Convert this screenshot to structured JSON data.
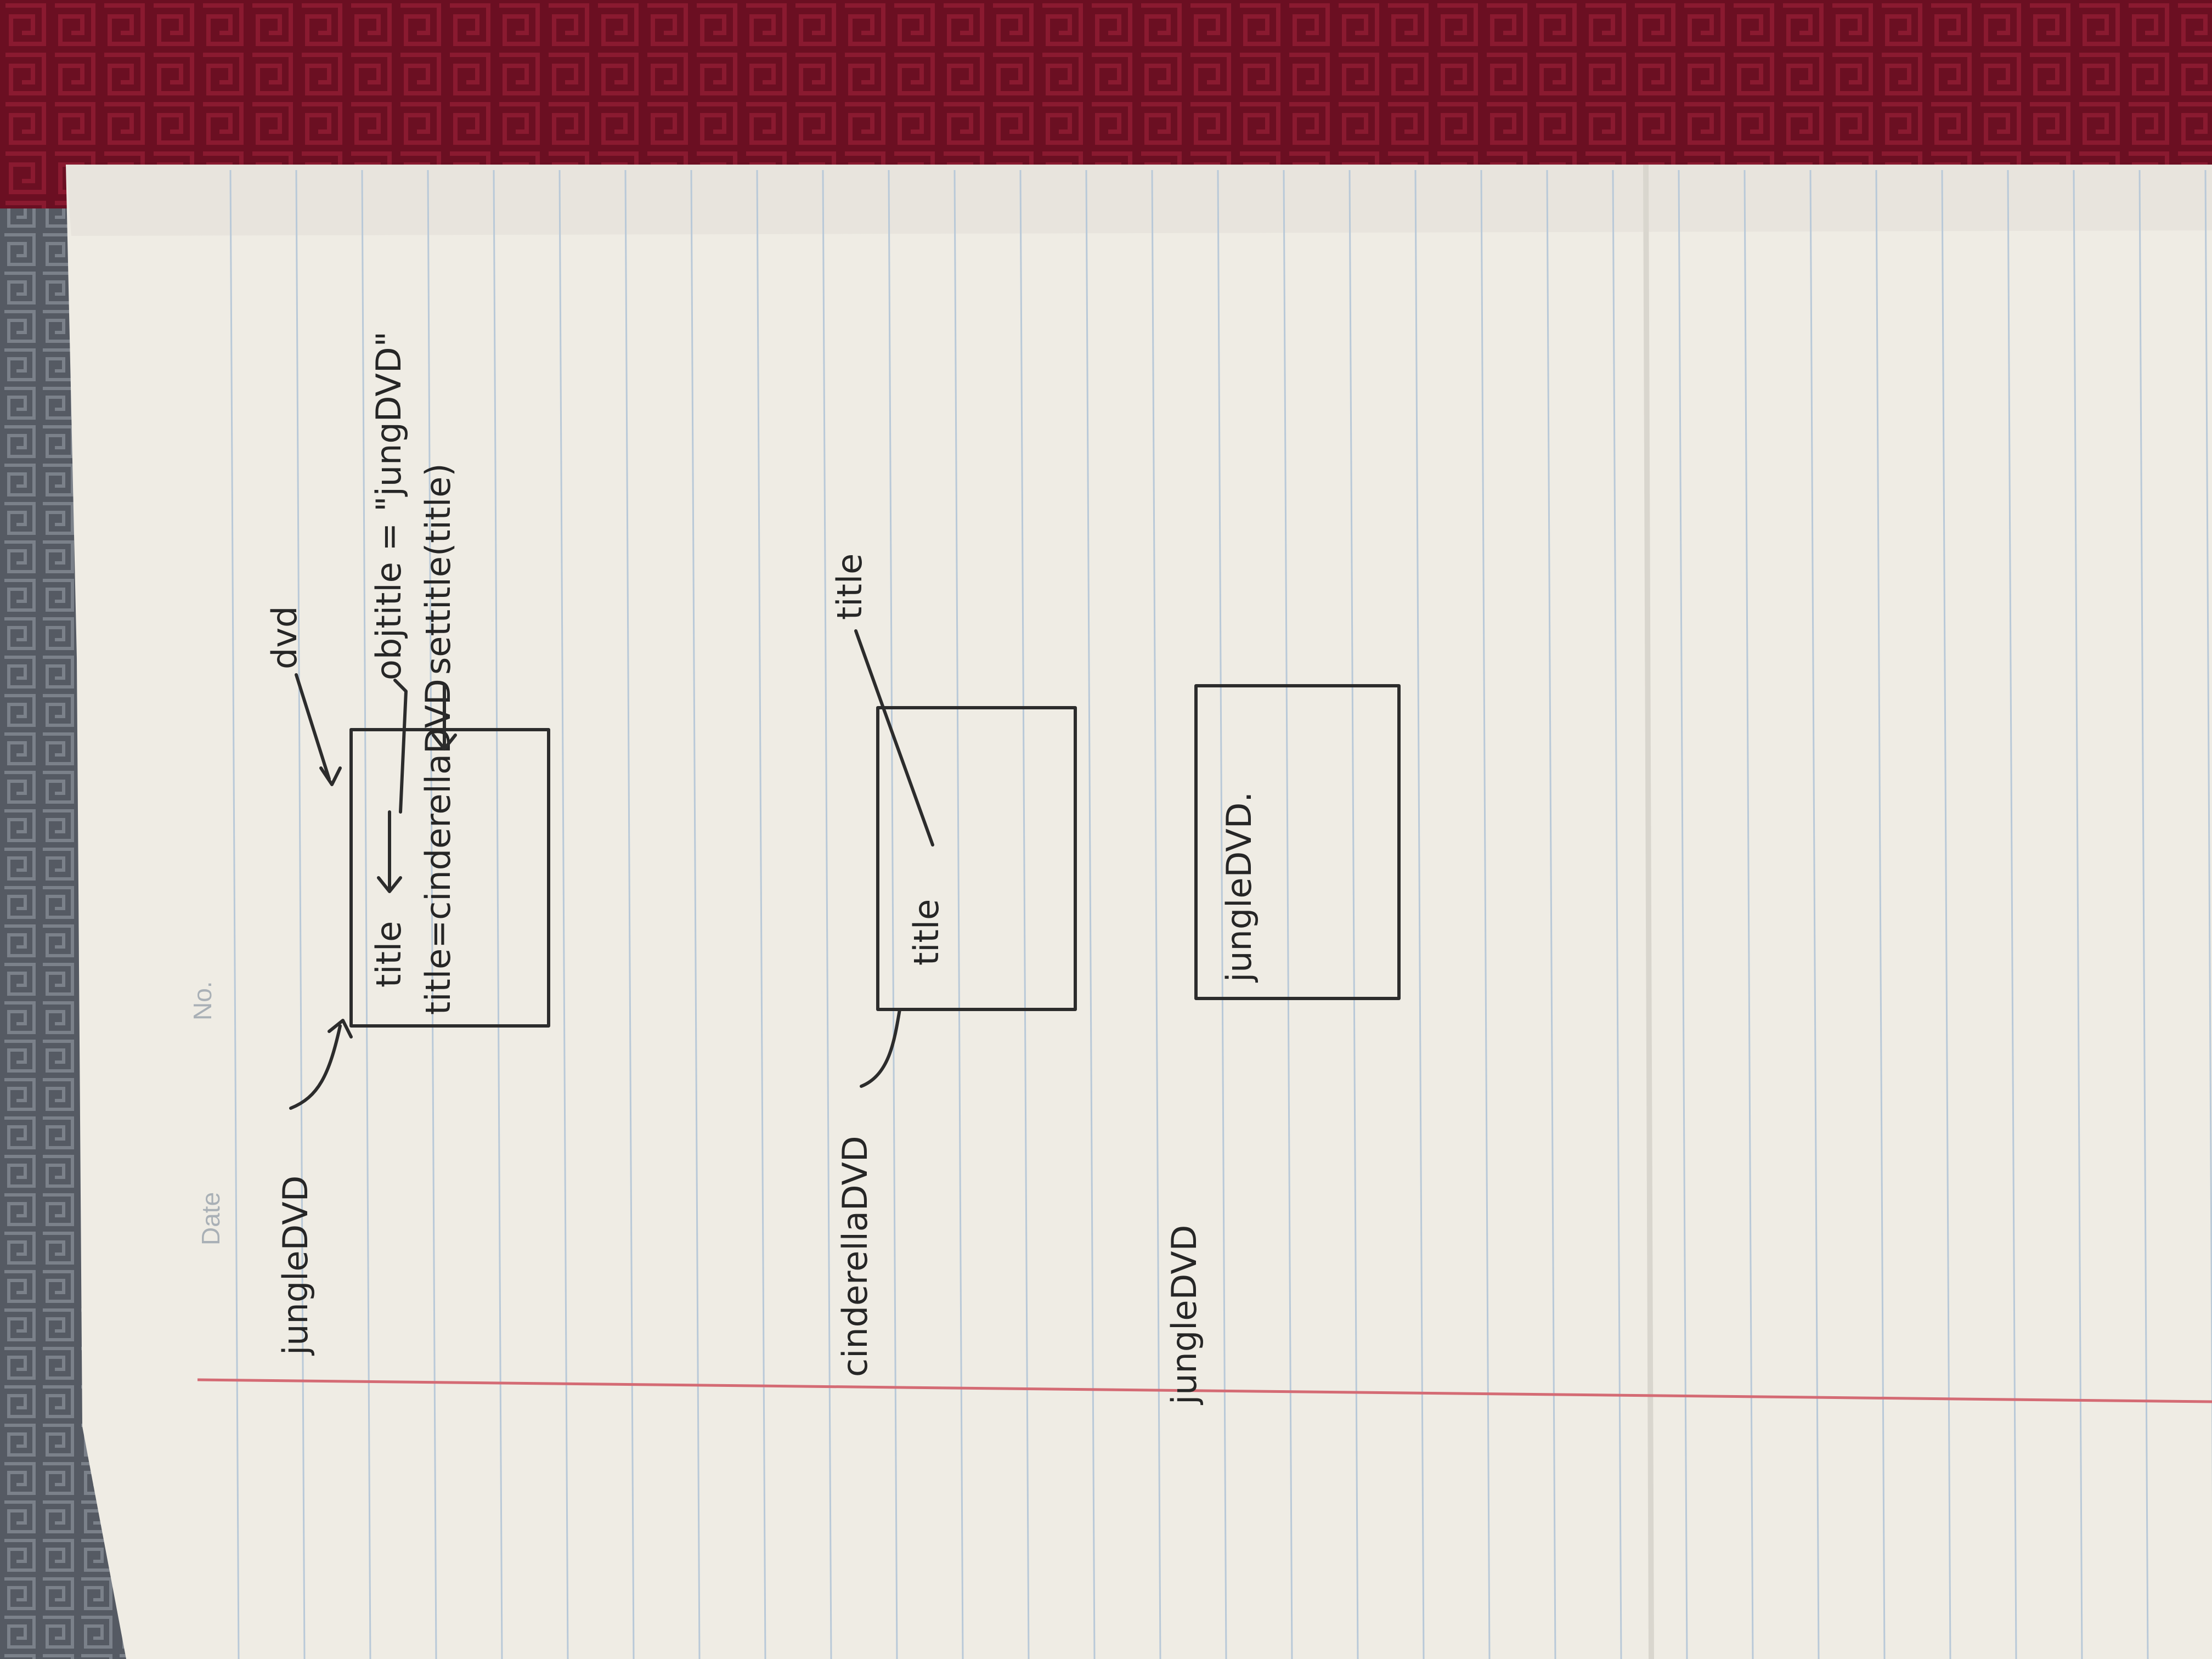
{
  "colors": {
    "background_fabric": "#6b0f22",
    "table_surface": "#5a5e66",
    "paper": "#efece4",
    "rule_line": "#b9c9d8",
    "margin_line": "#d46b74",
    "ink": "#2c2c2c"
  },
  "printed": {
    "date_label": "Date",
    "no_label": "No."
  },
  "notes": {
    "diagram1": {
      "variable": "jungleDVD",
      "object_label": "dvd",
      "field": "title",
      "field_value": "title=cinderellaDVD",
      "method_line1": "objtitle = \"jungDVD\"",
      "method_line2": "settitle(title)"
    },
    "diagram2": {
      "variable": "cinderellaDVD",
      "field": "title",
      "pointer_label": "title"
    },
    "diagram3": {
      "variable": "jungleDVD",
      "field_value": "jungleDVD."
    }
  }
}
